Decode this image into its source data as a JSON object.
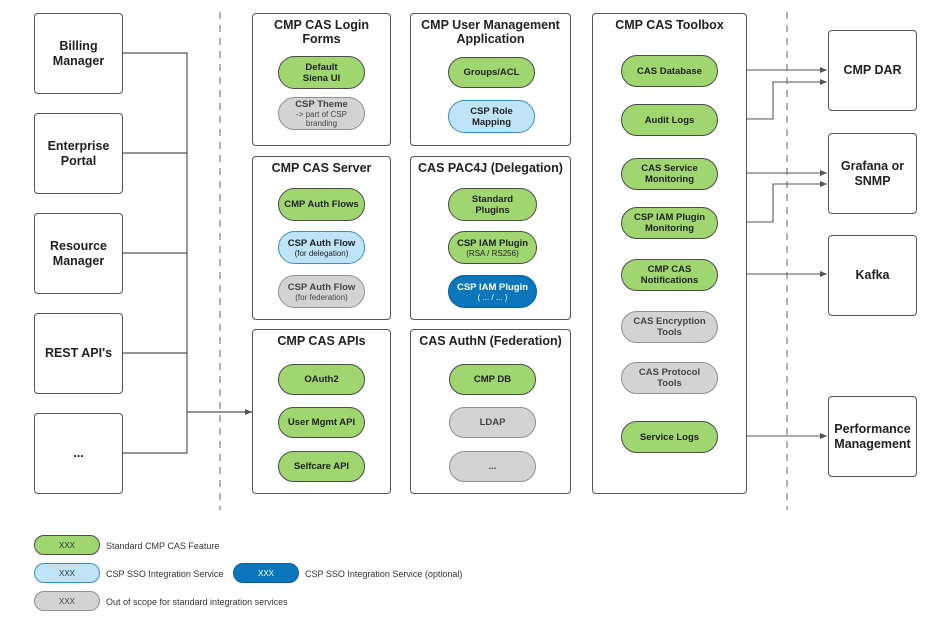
{
  "clients": [
    "Billing\nManager",
    "Enterprise\nPortal",
    "Resource\nManager",
    "REST API's",
    "..."
  ],
  "groups": {
    "login_forms": {
      "title": "CMP CAS Login\nForms",
      "items": [
        {
          "label": "Default\nSiena UI",
          "sub": ""
        },
        {
          "label": "CSP Theme",
          "sub": "-> part of CSP\nbranding"
        }
      ]
    },
    "user_mgmt": {
      "title": "CMP User Management\nApplication",
      "items": [
        {
          "label": "Groups/ACL",
          "sub": ""
        },
        {
          "label": "CSP Role\nMapping",
          "sub": ""
        }
      ]
    },
    "cas_server": {
      "title": "CMP CAS Server",
      "items": [
        {
          "label": "CMP Auth Flows",
          "sub": ""
        },
        {
          "label": "CSP Auth Flow",
          "sub": "(for delegation)"
        },
        {
          "label": "CSP Auth Flow",
          "sub": "(for federation)"
        }
      ]
    },
    "pac4j": {
      "title": "CAS PAC4J (Delegation)",
      "items": [
        {
          "label": "Standard\nPlugins",
          "sub": ""
        },
        {
          "label": "CSP IAM Plugin",
          "sub": "(RSA / RS256)"
        },
        {
          "label": "CSP IAM Plugin",
          "sub": "( ... / ... )"
        }
      ]
    },
    "cas_apis": {
      "title": "CMP CAS APIs",
      "items": [
        {
          "label": "OAuth2",
          "sub": ""
        },
        {
          "label": "User Mgmt API",
          "sub": ""
        },
        {
          "label": "Selfcare API",
          "sub": ""
        }
      ]
    },
    "authn": {
      "title": "CAS AuthN (Federation)",
      "items": [
        {
          "label": "CMP DB",
          "sub": ""
        },
        {
          "label": "LDAP",
          "sub": ""
        },
        {
          "label": "...",
          "sub": ""
        }
      ]
    },
    "toolbox": {
      "title": "CMP CAS Toolbox",
      "items": [
        {
          "label": "CAS Database",
          "sub": ""
        },
        {
          "label": "Audit Logs",
          "sub": ""
        },
        {
          "label": "CAS Service\nMonitoring",
          "sub": ""
        },
        {
          "label": "CSP IAM Plugin\nMonitoring",
          "sub": ""
        },
        {
          "label": "CMP CAS\nNotifications",
          "sub": ""
        },
        {
          "label": "CAS Encryption\nTools",
          "sub": ""
        },
        {
          "label": "CAS Protocol\nTools",
          "sub": ""
        },
        {
          "label": "Service Logs",
          "sub": ""
        }
      ]
    }
  },
  "targets": [
    "CMP DAR",
    "Grafana or\nSNMP",
    "Kafka",
    "Performance\nManagement"
  ],
  "legend": [
    {
      "pill": "XXX",
      "text": "Standard CMP CAS Feature"
    },
    {
      "pill": "XXX",
      "text": "CSP SSO Integration Service"
    },
    {
      "pill": "XXX",
      "text": "CSP SSO Integration Service (optional)"
    },
    {
      "pill": "XXX",
      "text": "Out of scope for standard integration services"
    }
  ],
  "colors": {
    "standard_feature": "#9fd66f",
    "integration_service": "#bfe3f7",
    "integration_optional": "#0a77bd",
    "out_of_scope": "#d3d3d3"
  }
}
